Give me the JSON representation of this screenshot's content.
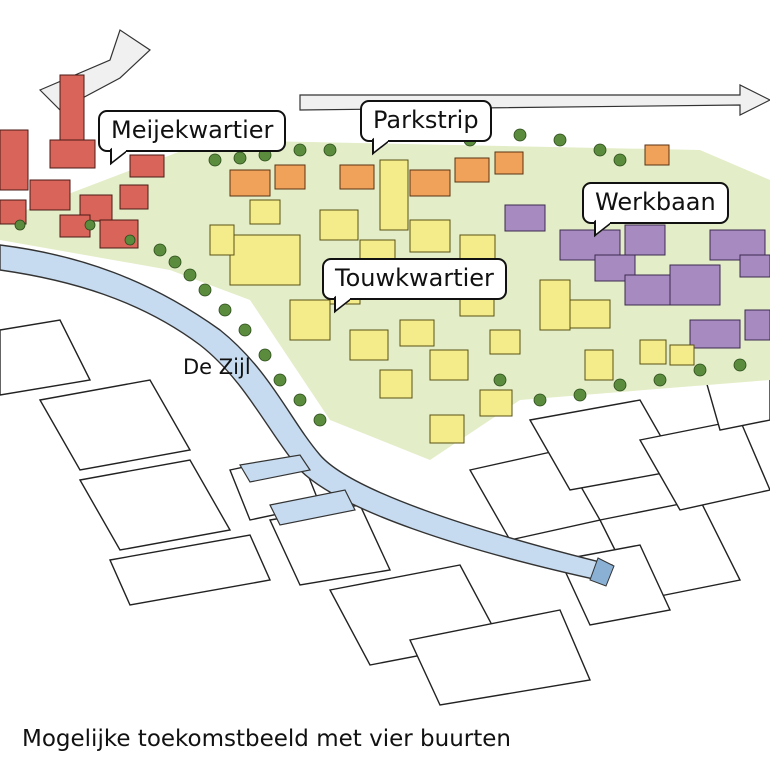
{
  "caption": "Mogelijke toekomstbeeld met vier buurten",
  "water_label": "De Zijl",
  "neighbourhoods": [
    {
      "name": "Meijekwartier",
      "color": "#d9655a"
    },
    {
      "name": "Parkstrip",
      "color": "#f0a25a"
    },
    {
      "name": "Werkbaan",
      "color": "#a78bc0"
    },
    {
      "name": "Touwkwartier",
      "color": "#f4ec8a"
    }
  ],
  "colors": {
    "water": "#c6dbef",
    "green": "#5b8c3e",
    "green_light": "#d9e8b0",
    "road_arrow": "#aaaaaa"
  }
}
